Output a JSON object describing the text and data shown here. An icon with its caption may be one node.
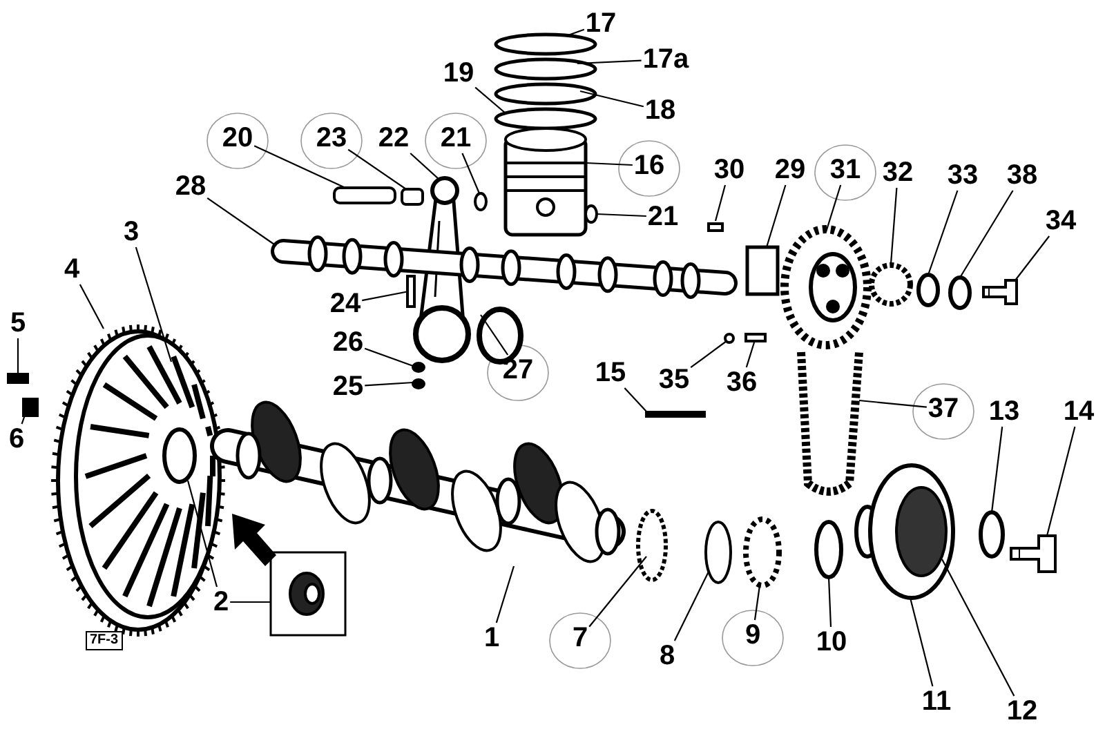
{
  "diagram": {
    "nodes": [
      {
        "text": [
          "17"
        ]
      },
      {
        "text": [
          "17a"
        ]
      },
      {
        "text": [
          "18"
        ]
      },
      {
        "text": [
          "19"
        ]
      },
      {
        "text": [
          "20"
        ]
      },
      {
        "text": [
          "23"
        ]
      },
      {
        "text": [
          "22"
        ]
      },
      {
        "text": [
          "21"
        ]
      },
      {
        "text": [
          "16"
        ]
      },
      {
        "text": [
          "30"
        ]
      },
      {
        "text": [
          "29"
        ]
      },
      {
        "text": [
          "31"
        ]
      },
      {
        "text": [
          "32"
        ]
      },
      {
        "text": [
          "33"
        ]
      },
      {
        "text": [
          "38"
        ]
      },
      {
        "text": [
          "21"
        ]
      },
      {
        "text": [
          "34"
        ]
      },
      {
        "text": [
          "28"
        ]
      },
      {
        "text": [
          "24"
        ]
      },
      {
        "text": [
          "26"
        ]
      },
      {
        "text": [
          "27"
        ]
      },
      {
        "text": [
          "15"
        ]
      },
      {
        "text": [
          "35"
        ]
      },
      {
        "text": [
          "36"
        ]
      },
      {
        "text": [
          "25"
        ]
      },
      {
        "text": [
          "37"
        ]
      },
      {
        "text": [
          "5"
        ]
      },
      {
        "text": [
          "4"
        ]
      },
      {
        "text": [
          "3"
        ]
      },
      {
        "text": [
          "13"
        ]
      },
      {
        "text": [
          "14"
        ]
      },
      {
        "text": [
          "6"
        ]
      },
      {
        "text": [
          "2"
        ]
      },
      {
        "text": [
          "1"
        ]
      },
      {
        "text": [
          "7"
        ]
      },
      {
        "text": [
          "8"
        ]
      },
      {
        "text": [
          "9"
        ]
      },
      {
        "text": [
          "10"
        ]
      },
      {
        "text": [
          "11"
        ]
      },
      {
        "text": [
          "12"
        ]
      },
      {
        "text": [],
        "shape": "circle"
      },
      {
        "text": [],
        "shape": "circle"
      },
      {
        "text": [],
        "shape": "circle"
      },
      {
        "text": [],
        "shape": "circle"
      },
      {
        "text": [],
        "shape": "box"
      },
      {
        "text": [],
        "shape": "box"
      },
      {
        "text": [],
        "shape": "picture"
      },
      {
        "text": [],
        "shape": "circle"
      },
      {
        "text": [],
        "shape": "picture"
      },
      {
        "text": [],
        "shape": "box"
      },
      {
        "text": [],
        "shape": "box"
      },
      {
        "text": [],
        "shape": "picture"
      },
      {
        "text": [],
        "shape": "circle"
      },
      {
        "text": [],
        "shape": "circle"
      },
      {
        "text": [],
        "shape": "circle"
      },
      {
        "text": [],
        "shape": "circle"
      },
      {
        "text": [],
        "shape": "picture"
      },
      {
        "text": [],
        "shape": "picture"
      },
      {
        "text": [],
        "shape": "box"
      },
      {
        "text": [],
        "shape": "circle"
      },
      {
        "text": [],
        "shape": "circle"
      },
      {
        "text": [],
        "shape": "box"
      },
      {
        "text": [],
        "shape": "circle"
      },
      {
        "text": [],
        "shape": "box"
      },
      {
        "text": [],
        "shape": "circle"
      },
      {
        "text": [],
        "shape": "picture"
      },
      {
        "text": [],
        "shape": "box"
      },
      {
        "text": [],
        "shape": "picture"
      },
      {
        "text": [],
        "shape": "picture",
        "in": 67
      },
      {
        "text": [],
        "shape": "circle"
      },
      {
        "text": [],
        "shape": "picture"
      },
      {
        "text": [],
        "shape": "box"
      },
      {
        "text": [],
        "shape": "picture"
      },
      {
        "text": [],
        "shape": "circle",
        "in": 68
      },
      {
        "text": [],
        "shape": "picture"
      },
      {
        "text": [],
        "shape": "circle"
      },
      {
        "text": [],
        "shape": "circle"
      },
      {
        "text": [],
        "shape": "circle"
      },
      {
        "text": [],
        "shape": "circle"
      },
      {
        "text": [],
        "shape": "picture"
      },
      {
        "text": [],
        "shape": "circle",
        "in": 79
      }
    ],
    "edges": [
      {
        "from": 0,
        "to": 40,
        "arrow": "none"
      },
      {
        "from": 1,
        "to": 41,
        "arrow": "none"
      },
      {
        "from": 2,
        "to": 42,
        "arrow": "none"
      },
      {
        "from": 3,
        "to": 43,
        "arrow": "none"
      },
      {
        "from": 4,
        "to": 44,
        "arrow": "none"
      },
      {
        "from": 5,
        "to": 45,
        "arrow": "none"
      },
      {
        "from": 6,
        "to": 46,
        "arrow": "none"
      },
      {
        "from": 7,
        "to": 47,
        "arrow": "none"
      },
      {
        "from": 8,
        "to": 48,
        "arrow": "none"
      },
      {
        "from": 9,
        "to": 49,
        "arrow": "none"
      },
      {
        "from": 10,
        "to": 50,
        "arrow": "none"
      },
      {
        "from": 11,
        "to": 51,
        "arrow": "none"
      },
      {
        "from": 12,
        "to": 52,
        "arrow": "none"
      },
      {
        "from": 13,
        "to": 53,
        "arrow": "none"
      },
      {
        "from": 14,
        "to": 54,
        "arrow": "none"
      },
      {
        "from": 15,
        "to": 55,
        "arrow": "none"
      },
      {
        "from": 16,
        "to": 56,
        "arrow": "none"
      },
      {
        "from": 17,
        "to": 57,
        "arrow": "none"
      },
      {
        "from": 18,
        "to": 58,
        "arrow": "none"
      },
      {
        "from": 19,
        "to": 59,
        "arrow": "none"
      },
      {
        "from": 20,
        "to": 60,
        "arrow": "none"
      },
      {
        "from": 21,
        "to": 61,
        "arrow": "none"
      },
      {
        "from": 22,
        "to": 62,
        "arrow": "none"
      },
      {
        "from": 23,
        "to": 63,
        "arrow": "none"
      },
      {
        "from": 24,
        "to": 64,
        "arrow": "none"
      },
      {
        "from": 25,
        "to": 65,
        "arrow": "none"
      },
      {
        "from": 26,
        "to": 66,
        "arrow": "none"
      },
      {
        "from": 27,
        "to": 67,
        "arrow": "none"
      },
      {
        "from": 28,
        "to": 68,
        "arrow": "none"
      },
      {
        "from": 29,
        "to": 69,
        "arrow": "none"
      },
      {
        "from": 30,
        "to": 70,
        "arrow": "none"
      },
      {
        "from": 31,
        "to": 71,
        "arrow": "none"
      },
      {
        "from": 32,
        "to": 72,
        "arrow": "none"
      },
      {
        "from": 32,
        "to": 73,
        "arrow": "none"
      },
      {
        "from": 33,
        "to": 74,
        "arrow": "none"
      },
      {
        "from": 34,
        "to": 75,
        "arrow": "none"
      },
      {
        "from": 35,
        "to": 76,
        "arrow": "none"
      },
      {
        "from": 36,
        "to": 77,
        "arrow": "none"
      },
      {
        "from": 37,
        "to": 78,
        "arrow": "none"
      },
      {
        "from": 38,
        "to": 79,
        "arrow": "none"
      },
      {
        "from": 39,
        "to": 80,
        "arrow": "none"
      }
    ],
    "labels": [
      "7F-3"
    ]
  }
}
